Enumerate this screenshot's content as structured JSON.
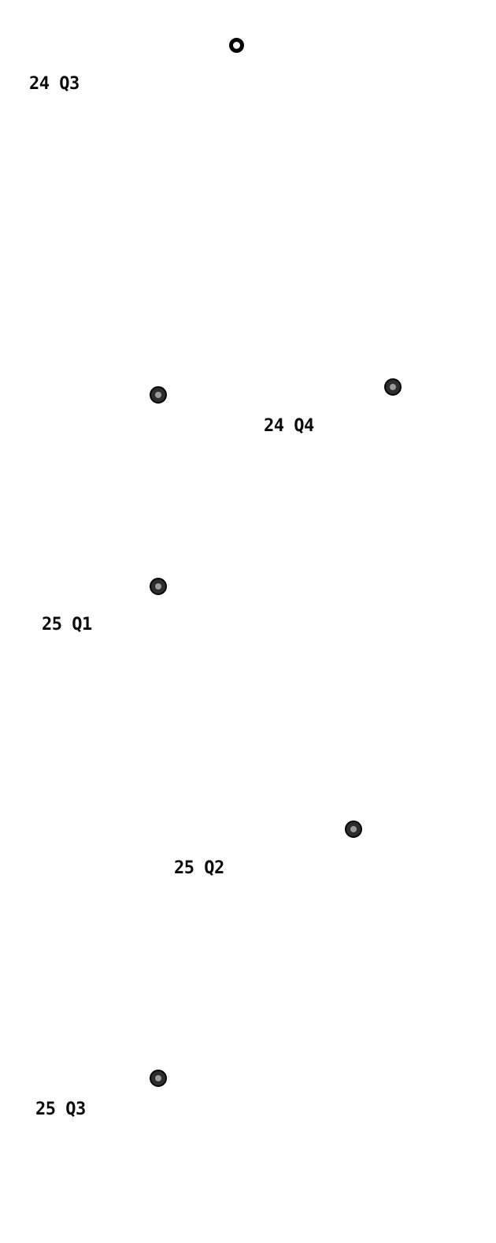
{
  "markers": [
    {
      "label": "24 Q3"
    },
    {
      "label": "24 Q4"
    },
    {
      "label": "25 Q1"
    },
    {
      "label": "25 Q2"
    },
    {
      "label": "25 Q3"
    }
  ],
  "icons": {
    "ring": "ring-marker-icon",
    "dot": "dot-marker-icon"
  },
  "colors": {
    "background": "#ffffff",
    "marker": "#2d2d2d",
    "marker_center": "#9a9a9a",
    "text": "#0a0a0a"
  }
}
